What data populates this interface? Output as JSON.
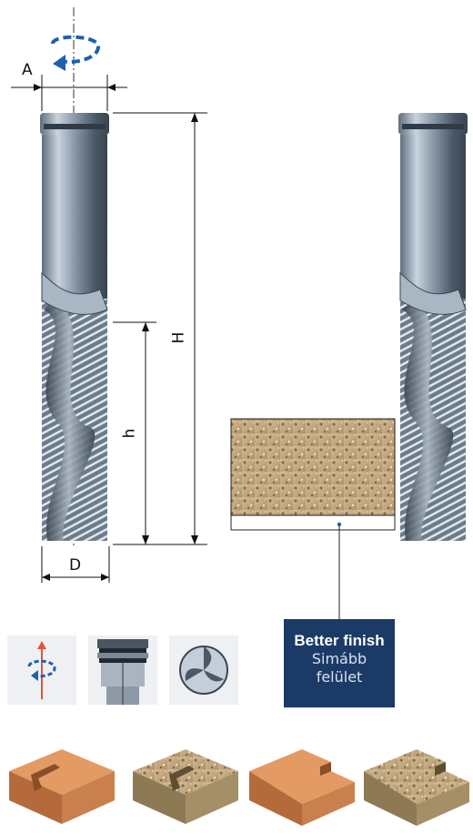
{
  "dimensions": {
    "A": "A",
    "H": "H",
    "h": "h",
    "D": "D"
  },
  "rotation_icon": "rotation-arrow-icon",
  "finish": {
    "title": "Better finish",
    "subtitle_line1": "Simább",
    "subtitle_line2": "felület",
    "box_color": "#1c3a66"
  },
  "colors": {
    "dimension_accent": "#1f5fb0",
    "wood": "#cf8a55",
    "chipboard": "#bfa47c"
  },
  "feature_icons": [
    "rotation-direction-icon",
    "collet-chuck-icon",
    "cutter-cross-section-icon"
  ],
  "workpiece_icons": [
    "slot-wood-icon",
    "slot-chipboard-icon",
    "rebate-wood-icon",
    "rebate-chipboard-icon"
  ]
}
